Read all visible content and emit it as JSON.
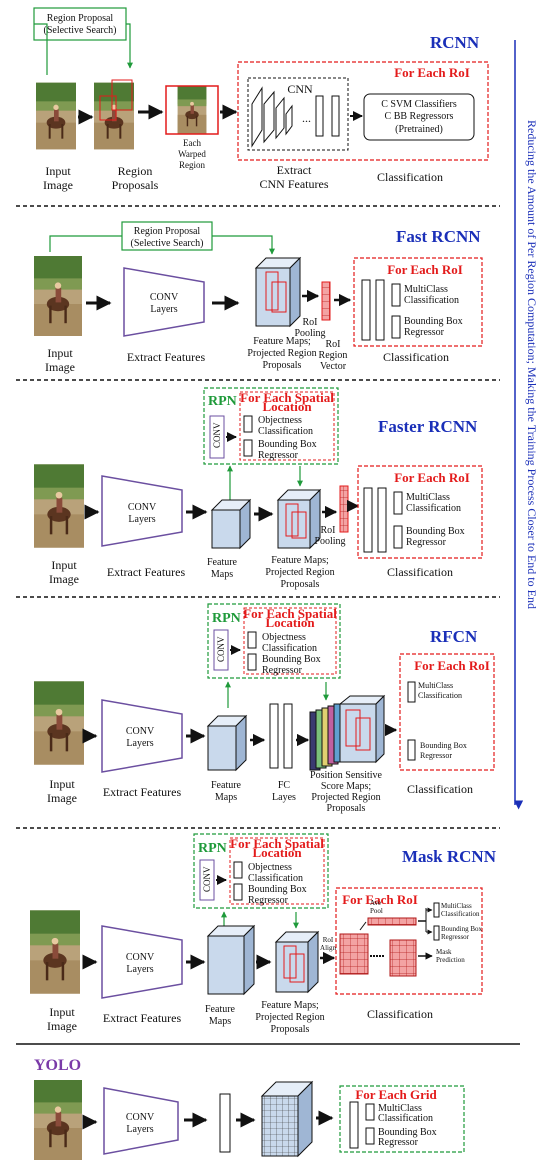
{
  "side_note": "Reducing the Amount of Per Region Computation; Making the Training Process Closer to End to End",
  "colors": {
    "title": "#1a2fb8",
    "roi": "#e31b1b",
    "rpn": "#1f9a3a",
    "yolo": "#7a3aa8",
    "feature": "#c9d9ec",
    "conv": "#6b4fa0"
  },
  "rcnn": {
    "title": "RCNN",
    "region_proposal": [
      "Region Proposal",
      "(Selective Search)"
    ],
    "input_image": [
      "Input",
      "Image"
    ],
    "region_proposals": [
      "Region",
      "Proposals"
    ],
    "warped": [
      "Each",
      "Warped",
      "Region"
    ],
    "cnn": "CNN",
    "extract": [
      "Extract",
      "CNN Features"
    ],
    "for_each_roi": "For Each RoI",
    "svm": [
      "C SVM Classifiers",
      "C BB Regressors",
      "(Pretrained)"
    ],
    "classification": "Classification"
  },
  "fast": {
    "title": "Fast RCNN",
    "region_proposal": [
      "Region Proposal",
      "(Selective Search)"
    ],
    "input_image": [
      "Input",
      "Image"
    ],
    "conv": [
      "CONV",
      "Layers"
    ],
    "extract": "Extract Features",
    "feature_maps": [
      "Feature Maps;",
      "Projected Region",
      "Proposals"
    ],
    "roi_pooling": [
      "RoI",
      "Pooling"
    ],
    "roi_vector": [
      "RoI",
      "Region",
      "Vector"
    ],
    "for_each_roi": "For Each RoI",
    "multiclass": [
      "MultiClass",
      "Classification"
    ],
    "bbox": [
      "Bounding Box",
      "Regressor"
    ],
    "classification": "Classification"
  },
  "faster": {
    "title": "Faster RCNN",
    "rpn": "RPN",
    "conv_small": "CONV",
    "for_each_spatial": [
      "For Each Spatial",
      "Location"
    ],
    "objectness": [
      "Objectness",
      "Classification"
    ],
    "bbox_rpn": [
      "Bounding Box",
      "Regressor"
    ],
    "input_image": [
      "Input",
      "Image"
    ],
    "conv": [
      "CONV",
      "Layers"
    ],
    "extract": "Extract Features",
    "feature_maps_single": [
      "Feature",
      "Maps"
    ],
    "feature_maps": [
      "Feature Maps;",
      "Projected Region",
      "Proposals"
    ],
    "roi_pooling": [
      "RoI",
      "Pooling"
    ],
    "for_each_roi": "For Each RoI",
    "multiclass": [
      "MultiClass",
      "Classification"
    ],
    "bbox": [
      "Bounding Box",
      "Regressor"
    ],
    "classification": "Classification"
  },
  "rfcn": {
    "title": "RFCN",
    "rpn": "RPN",
    "conv_small": "CONV",
    "for_each_spatial": [
      "For Each Spatial",
      "Location"
    ],
    "objectness": [
      "Objectness",
      "Classification"
    ],
    "bbox_rpn": [
      "Bounding Box",
      "Regressor"
    ],
    "input_image": [
      "Input",
      "Image"
    ],
    "conv": [
      "CONV",
      "Layers"
    ],
    "extract": "Extract Features",
    "feature_maps_single": [
      "Feature",
      "Maps"
    ],
    "fc": [
      "FC",
      "Layes"
    ],
    "psmaps": [
      "Position Sensitive",
      "Score Maps;",
      "Projected Region",
      "Proposals"
    ],
    "for_each_roi": "For Each RoI",
    "multiclass": [
      "MultiClass",
      "Classification"
    ],
    "bbox": [
      "Bounding Box",
      "Regressor"
    ],
    "classification": "Classification"
  },
  "mask": {
    "title": "Mask RCNN",
    "rpn": "RPN",
    "conv_small": "CONV",
    "for_each_spatial": [
      "For Each Spatial",
      "Location"
    ],
    "objectness": [
      "Objectness",
      "Classification"
    ],
    "bbox_rpn": [
      "Bounding Box",
      "Regressor"
    ],
    "input_image": [
      "Input",
      "Image"
    ],
    "conv": [
      "CONV",
      "Layers"
    ],
    "extract": "Extract Features",
    "feature_maps_single": [
      "Feature",
      "Maps"
    ],
    "feature_maps": [
      "Feature Maps;",
      "Projected Region",
      "Proposals"
    ],
    "roi_align": [
      "RoI",
      "Align"
    ],
    "for_each_roi": "For Each RoI",
    "ave_pool": [
      "Ave",
      "Pool"
    ],
    "multiclass": [
      "MultiClass",
      "Classification"
    ],
    "bbox": [
      "Bounding Box",
      "Regressor"
    ],
    "mask_pred": [
      "Mask",
      "Prediction"
    ],
    "classification": "Classification"
  },
  "yolo": {
    "title": "YOLO",
    "conv": [
      "CONV",
      "Layers"
    ],
    "for_each_grid": "For Each Grid",
    "multiclass": [
      "MultiClass",
      "Classification"
    ],
    "bbox": [
      "Bounding Box",
      "Regressor"
    ]
  }
}
